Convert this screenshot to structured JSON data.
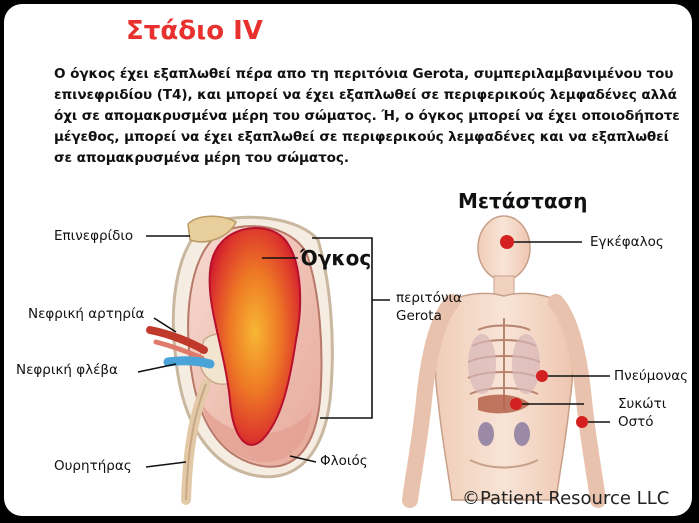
{
  "title": "Στάδιο IV",
  "description": "Ο όγκος έχει εξαπλωθεί πέρα απο τη περιτόνια Gerota, συμπεριλαμβανιμένου του επινεφριδίου (T4), και μπορεί να έχει εξαπλωθεί σε περιφερικούς λεμφαδένες αλλά όχι σε απομακρυσμένα μέρη του σώματος. Ή, ο όγκος μπορεί να έχει οποιοδήποτε μέγεθος, μπορεί να έχει εξαπλωθεί σε περιφερικούς λεμφαδένες και να εξαπλωθεί σε απομακρυσμένα μέρη του σώματος.",
  "kidney_labels": {
    "adrenal": "Επινεφρίδιο",
    "renal_artery": "Νεφρική αρτηρία",
    "renal_vein": "Νεφρική φλέβα",
    "ureter": "Ουρητήρας",
    "tumor": "Όγκος",
    "gerota_line1": "περιτόνια",
    "gerota_line2": "Gerota",
    "cortex": "Φλοιός"
  },
  "metastasis": {
    "title": "Μετάσταση",
    "brain": "Εγκέφαλος",
    "lung": "Πνεύμονας",
    "liver": "Συκώτι",
    "bone": "Οστό"
  },
  "credit": "©Patient Resource LLC",
  "colors": {
    "title": "#e8312e",
    "tumor_core": "#f5a623",
    "tumor_edge": "#d4143a",
    "metastasis_dot": "#d42020"
  }
}
